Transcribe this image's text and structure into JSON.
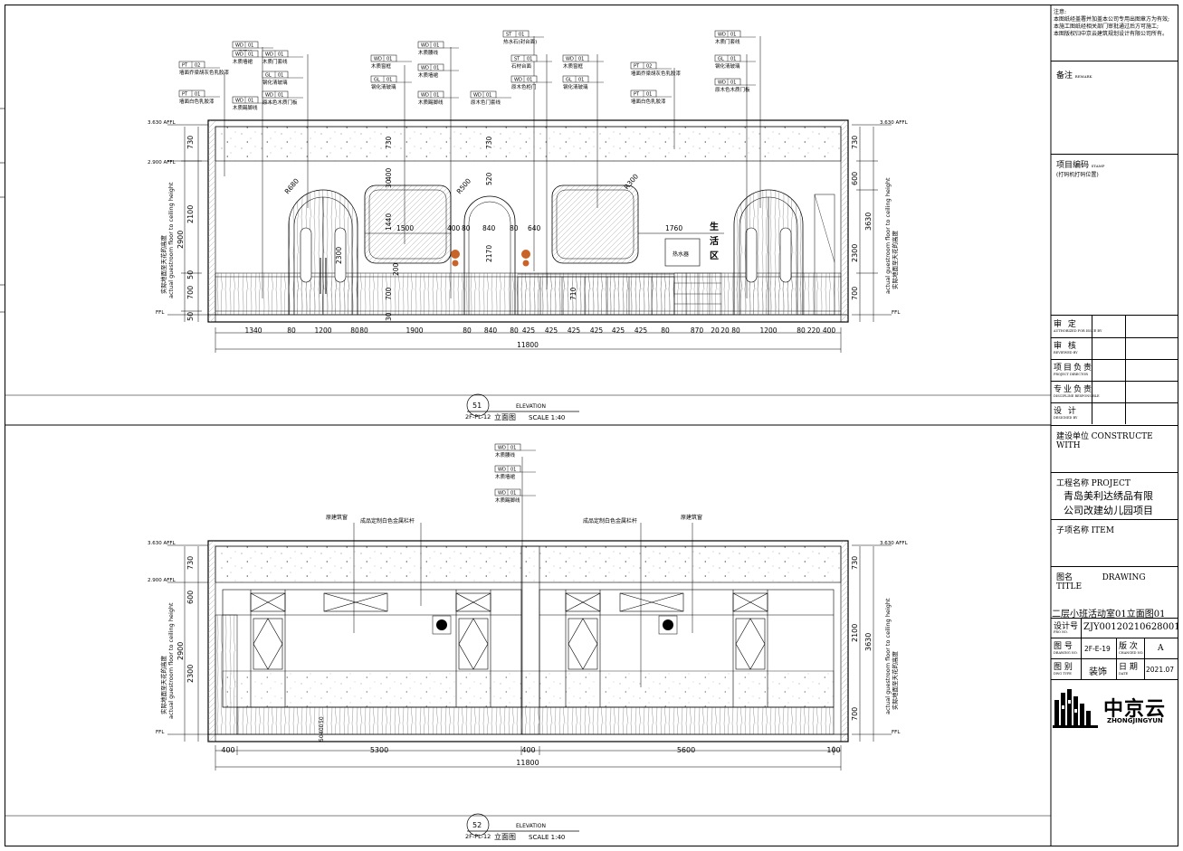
{
  "notes": {
    "title": "注意:",
    "lines": [
      "本图纸经盖署并加盖本公司专用出图章方为有效;",
      "本施工图纸经相关部门审批通过后方可施工;",
      "本图版权归中京云建筑规划设计有限公司所有。"
    ]
  },
  "remarks": {
    "label": "备注",
    "en": "REMARK"
  },
  "project_code": {
    "label": "项目编码",
    "en": "STAMP",
    "sub": "(打码机打码位置)"
  },
  "sign_rows": [
    {
      "cn": "审 定",
      "en": "AUTHORIZED FOR ISSUE BY"
    },
    {
      "cn": "审 核",
      "en": "REVIEWED BY"
    },
    {
      "cn": "项目负责",
      "en": "PROJECT DIRECTOR"
    },
    {
      "cn": "专业负责",
      "en": "DISCIPLINE RESPONSIBLE"
    },
    {
      "cn": "设 计",
      "en": "DESIGNED BY"
    }
  ],
  "construct": {
    "label": "建设单位",
    "en": "CONSTRUCTE WITH"
  },
  "project": {
    "label": "工程名称",
    "en": "PROJECT",
    "name_1": "青岛美利达绣品有限",
    "name_2": "公司改建幼儿园项目"
  },
  "item": {
    "label": "子项名称",
    "en": "ITEM"
  },
  "drawing_title": {
    "label": "图名",
    "en": "DRAWING TITLE",
    "value": "二层小班活动室01立面图01"
  },
  "design_no": {
    "label": "设计号",
    "en": "PRO NO.",
    "value": "ZJY00120210628001"
  },
  "drawing_no": {
    "label": "图 号",
    "en": "DRAWING NO.",
    "value": "2F-E-19"
  },
  "version": {
    "label": "版 次",
    "en": "CHANGED NO.",
    "value": "A"
  },
  "category": {
    "label": "图 别",
    "en": "DWG TYPE",
    "value": "装饰"
  },
  "date": {
    "label": "日 期",
    "en": "DATE",
    "value": "2021.07"
  },
  "logo": {
    "cn": "中京云",
    "en": "ZHONGJINGYUN"
  },
  "elev1": {
    "num": "51",
    "ref": "2F-PL-12",
    "word": "ELEVATION",
    "title": "立面图",
    "scale": "SCALE 1:40",
    "lvl_top": "3.630 AFFL",
    "lvl_mid": "2.900 AFFL",
    "lvl_ffl": "FFL",
    "vert_cn": "实际地面至天花的高度",
    "vert_en": "actual guestroom floor to ceiling height",
    "dims_bottom": [
      "1340",
      "80",
      "1200",
      "80",
      "80",
      "1900",
      "80",
      "840",
      "80",
      "425",
      "425",
      "425",
      "425",
      "425",
      "425",
      "80",
      "870",
      "20",
      "20",
      "80",
      "1200",
      "80",
      "220",
      "400"
    ],
    "total": "11800",
    "dims_left": [
      "730",
      "2100",
      "50",
      "700",
      "50"
    ],
    "dim_2900": "2900",
    "dims_right": [
      "600",
      "2300",
      "730",
      "700"
    ],
    "dim_3630": "3630",
    "inner": [
      "730",
      "30",
      "400",
      "1440",
      "1500",
      "400",
      "80",
      "840",
      "80",
      "640",
      "1760",
      "730",
      "520",
      "2170",
      "R500",
      "R300",
      "R680",
      "2300",
      "200",
      "700",
      "710",
      "30"
    ],
    "callouts": [
      {
        "code": [
          "WD",
          "01"
        ],
        "text": "木质腰线"
      },
      {
        "code": [
          "WD",
          "01"
        ],
        "text": "木质墙裙"
      },
      {
        "code": [
          "PT",
          "02"
        ],
        "text": "墙面乔梁胡灰色乳胶漆"
      },
      {
        "code": [
          "PT",
          "01"
        ],
        "text": "墙面白色乳胶漆"
      },
      {
        "code": [
          "WD",
          "01"
        ],
        "text": "木质踢脚线"
      },
      {
        "code": [
          "WD",
          "01"
        ],
        "text": "木质门套线"
      },
      {
        "code": [
          "GL",
          "01"
        ],
        "text": "钢化清玻璃"
      },
      {
        "code": [
          "WD",
          "01"
        ],
        "text": "原木色木质门板"
      },
      {
        "code": [
          "WD",
          "01"
        ],
        "text": "木质窗框"
      },
      {
        "code": [
          "GL",
          "01"
        ],
        "text": "钢化清玻璃"
      },
      {
        "code": [
          "WD",
          "01"
        ],
        "text": "木质腰线"
      },
      {
        "code": [
          "WD",
          "01"
        ],
        "text": "木质墙裙"
      },
      {
        "code": [
          "WD",
          "01"
        ],
        "text": "木质踢脚线"
      },
      {
        "code": [
          "WD",
          "01"
        ],
        "text": "原木色门套线"
      },
      {
        "code": [
          "ST",
          "01"
        ],
        "text": "热水石(封台面)"
      },
      {
        "code": [
          "ST",
          "01"
        ],
        "text": "石材台面"
      },
      {
        "code": [
          "WD",
          "01"
        ],
        "text": "原木色柜门"
      },
      {
        "code": [
          "WD",
          "01"
        ],
        "text": "木质窗框"
      },
      {
        "code": [
          "GL",
          "01"
        ],
        "text": "钢化清玻璃"
      },
      {
        "code": [
          "PT",
          "02"
        ],
        "text": "墙面乔梁胡灰色乳胶漆"
      },
      {
        "code": [
          "PT",
          "01"
        ],
        "text": "墙面白色乳胶漆"
      },
      {
        "code": [
          "WD",
          "01"
        ],
        "text": "木质门套线"
      },
      {
        "code": [
          "GL",
          "01"
        ],
        "text": "钢化清玻璃"
      },
      {
        "code": [
          "WD",
          "01"
        ],
        "text": "原木色木质门板"
      }
    ],
    "water_heater": "热水器",
    "zone": [
      "生",
      "活",
      "区"
    ]
  },
  "elev2": {
    "num": "52",
    "ref": "2F-PL-12",
    "word": "ELEVATION",
    "title": "立面图",
    "scale": "SCALE 1:40",
    "lvl_top": "3.630 AFFL",
    "lvl_mid": "2.900 AFFL",
    "lvl_ffl": "FFL",
    "vert_cn": "实际地面至天花的高度",
    "vert_en": "actual guestroom floor to ceiling height",
    "dims_bottom": [
      "400",
      "5300",
      "400",
      "5600",
      "100"
    ],
    "total": "11800",
    "dims_left": [
      "730",
      "600",
      "2300"
    ],
    "dim_2900": "2900",
    "small_left": [
      "50",
      "400",
      "50"
    ],
    "dims_right": [
      "730",
      "2100",
      "700"
    ],
    "dim_3630": "3630",
    "callouts": [
      {
        "code": [
          "WD",
          "01"
        ],
        "text": "木质腰线"
      },
      {
        "code": [
          "WD",
          "01"
        ],
        "text": "木质墙裙"
      },
      {
        "code": [
          "WD",
          "01"
        ],
        "text": "木质踢脚线"
      }
    ],
    "labels": [
      "原建筑窗",
      "成品定制白色金属栏杆",
      "成品定制白色金属栏杆",
      "原建筑窗"
    ]
  }
}
